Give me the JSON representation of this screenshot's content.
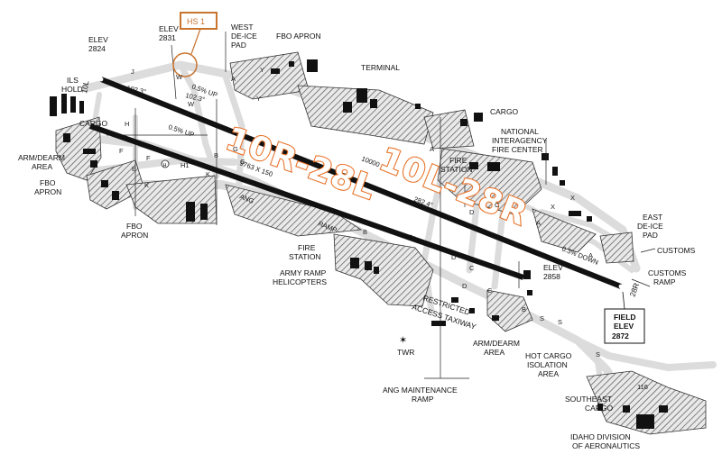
{
  "map": {
    "runways": [
      {
        "id": "10R-28L",
        "label": "10R-28L"
      },
      {
        "id": "10L-28R",
        "label": "10L-28R"
      }
    ],
    "runway_ends": {
      "r10l_end": "10L",
      "r28r_end": "28R"
    },
    "hotspot": "HS 1",
    "labels": {
      "elev_2824": [
        "ELEV",
        "2824"
      ],
      "elev_2831": [
        "ELEV",
        "2831"
      ],
      "west_deice": [
        "WEST",
        "DE-ICE",
        "PAD"
      ],
      "fbo_apron_top": "FBO APRON",
      "terminal": "TERMINAL",
      "cargo_top": "CARGO",
      "nifc": [
        "NATIONAL",
        "INTERAGENCY",
        "FIRE CENTER"
      ],
      "fire_station_east": [
        "FIRE",
        "STATION"
      ],
      "ils_hold": [
        "ILS",
        "HOLD"
      ],
      "cargo_west": "CARGO",
      "arm_dearm_west": [
        "ARM/DEARM",
        "AREA"
      ],
      "fbo_apron_west": [
        "FBO",
        "APRON"
      ],
      "fbo_apron_sw": [
        "FBO",
        "APRON"
      ],
      "fire_station_south": [
        "FIRE",
        "STATION"
      ],
      "army_ramp": [
        "ARMY RAMP",
        "HELICOPTERS"
      ],
      "restricted_taxiway": [
        "RESTRICTED",
        "ACCESS TAXIWAY"
      ],
      "twr": "TWR",
      "arm_dearm_south": [
        "ARM/DEARM",
        "AREA"
      ],
      "hot_cargo": [
        "HOT CARGO",
        "ISOLATION",
        "AREA"
      ],
      "ang_maintenance": [
        "ANG MAINTENANCE",
        "RAMP"
      ],
      "east_deice": [
        "EAST",
        "DE-ICE",
        "PAD"
      ],
      "customs": "CUSTOMS",
      "customs_ramp": [
        "CUSTOMS",
        "RAMP"
      ],
      "elev_2858": [
        "ELEV",
        "2858"
      ],
      "field_elev": [
        "FIELD",
        "ELEV",
        "2872"
      ],
      "southeast_cargo": [
        "SOUTHEAST",
        "CARGO"
      ],
      "idaho_division": [
        "IDAHO DIVISION",
        "OF AERONAUTICS"
      ],
      "ang_ramp": "ANG",
      "ramp_word": "RAMP",
      "heading_1": "102.3°",
      "heading_2": "102.3°",
      "heading_3": "282.4°",
      "heading_4": "282.4°",
      "slope_1": "0.5% UP",
      "slope_2": "0.5% UP",
      "slope_3": "0.3% DOWN",
      "dim_long": "10000",
      "dim_short": "9763 X 150",
      "heliport": "H1",
      "num_116": "116"
    },
    "taxiway_letters": [
      "J",
      "W",
      "W",
      "H",
      "F",
      "F",
      "E",
      "K",
      "K",
      "G",
      "G",
      "B",
      "B",
      "B",
      "A",
      "A",
      "A",
      "A",
      "C",
      "C",
      "C",
      "D",
      "D",
      "D",
      "S",
      "S",
      "S",
      "Y",
      "Y",
      "X",
      "X"
    ],
    "colors": {
      "runway": "#111111",
      "taxiway": "#dcdcdc",
      "hatch": "#555555",
      "accent": "#e8732a",
      "hotspot": "#c8742f"
    }
  }
}
